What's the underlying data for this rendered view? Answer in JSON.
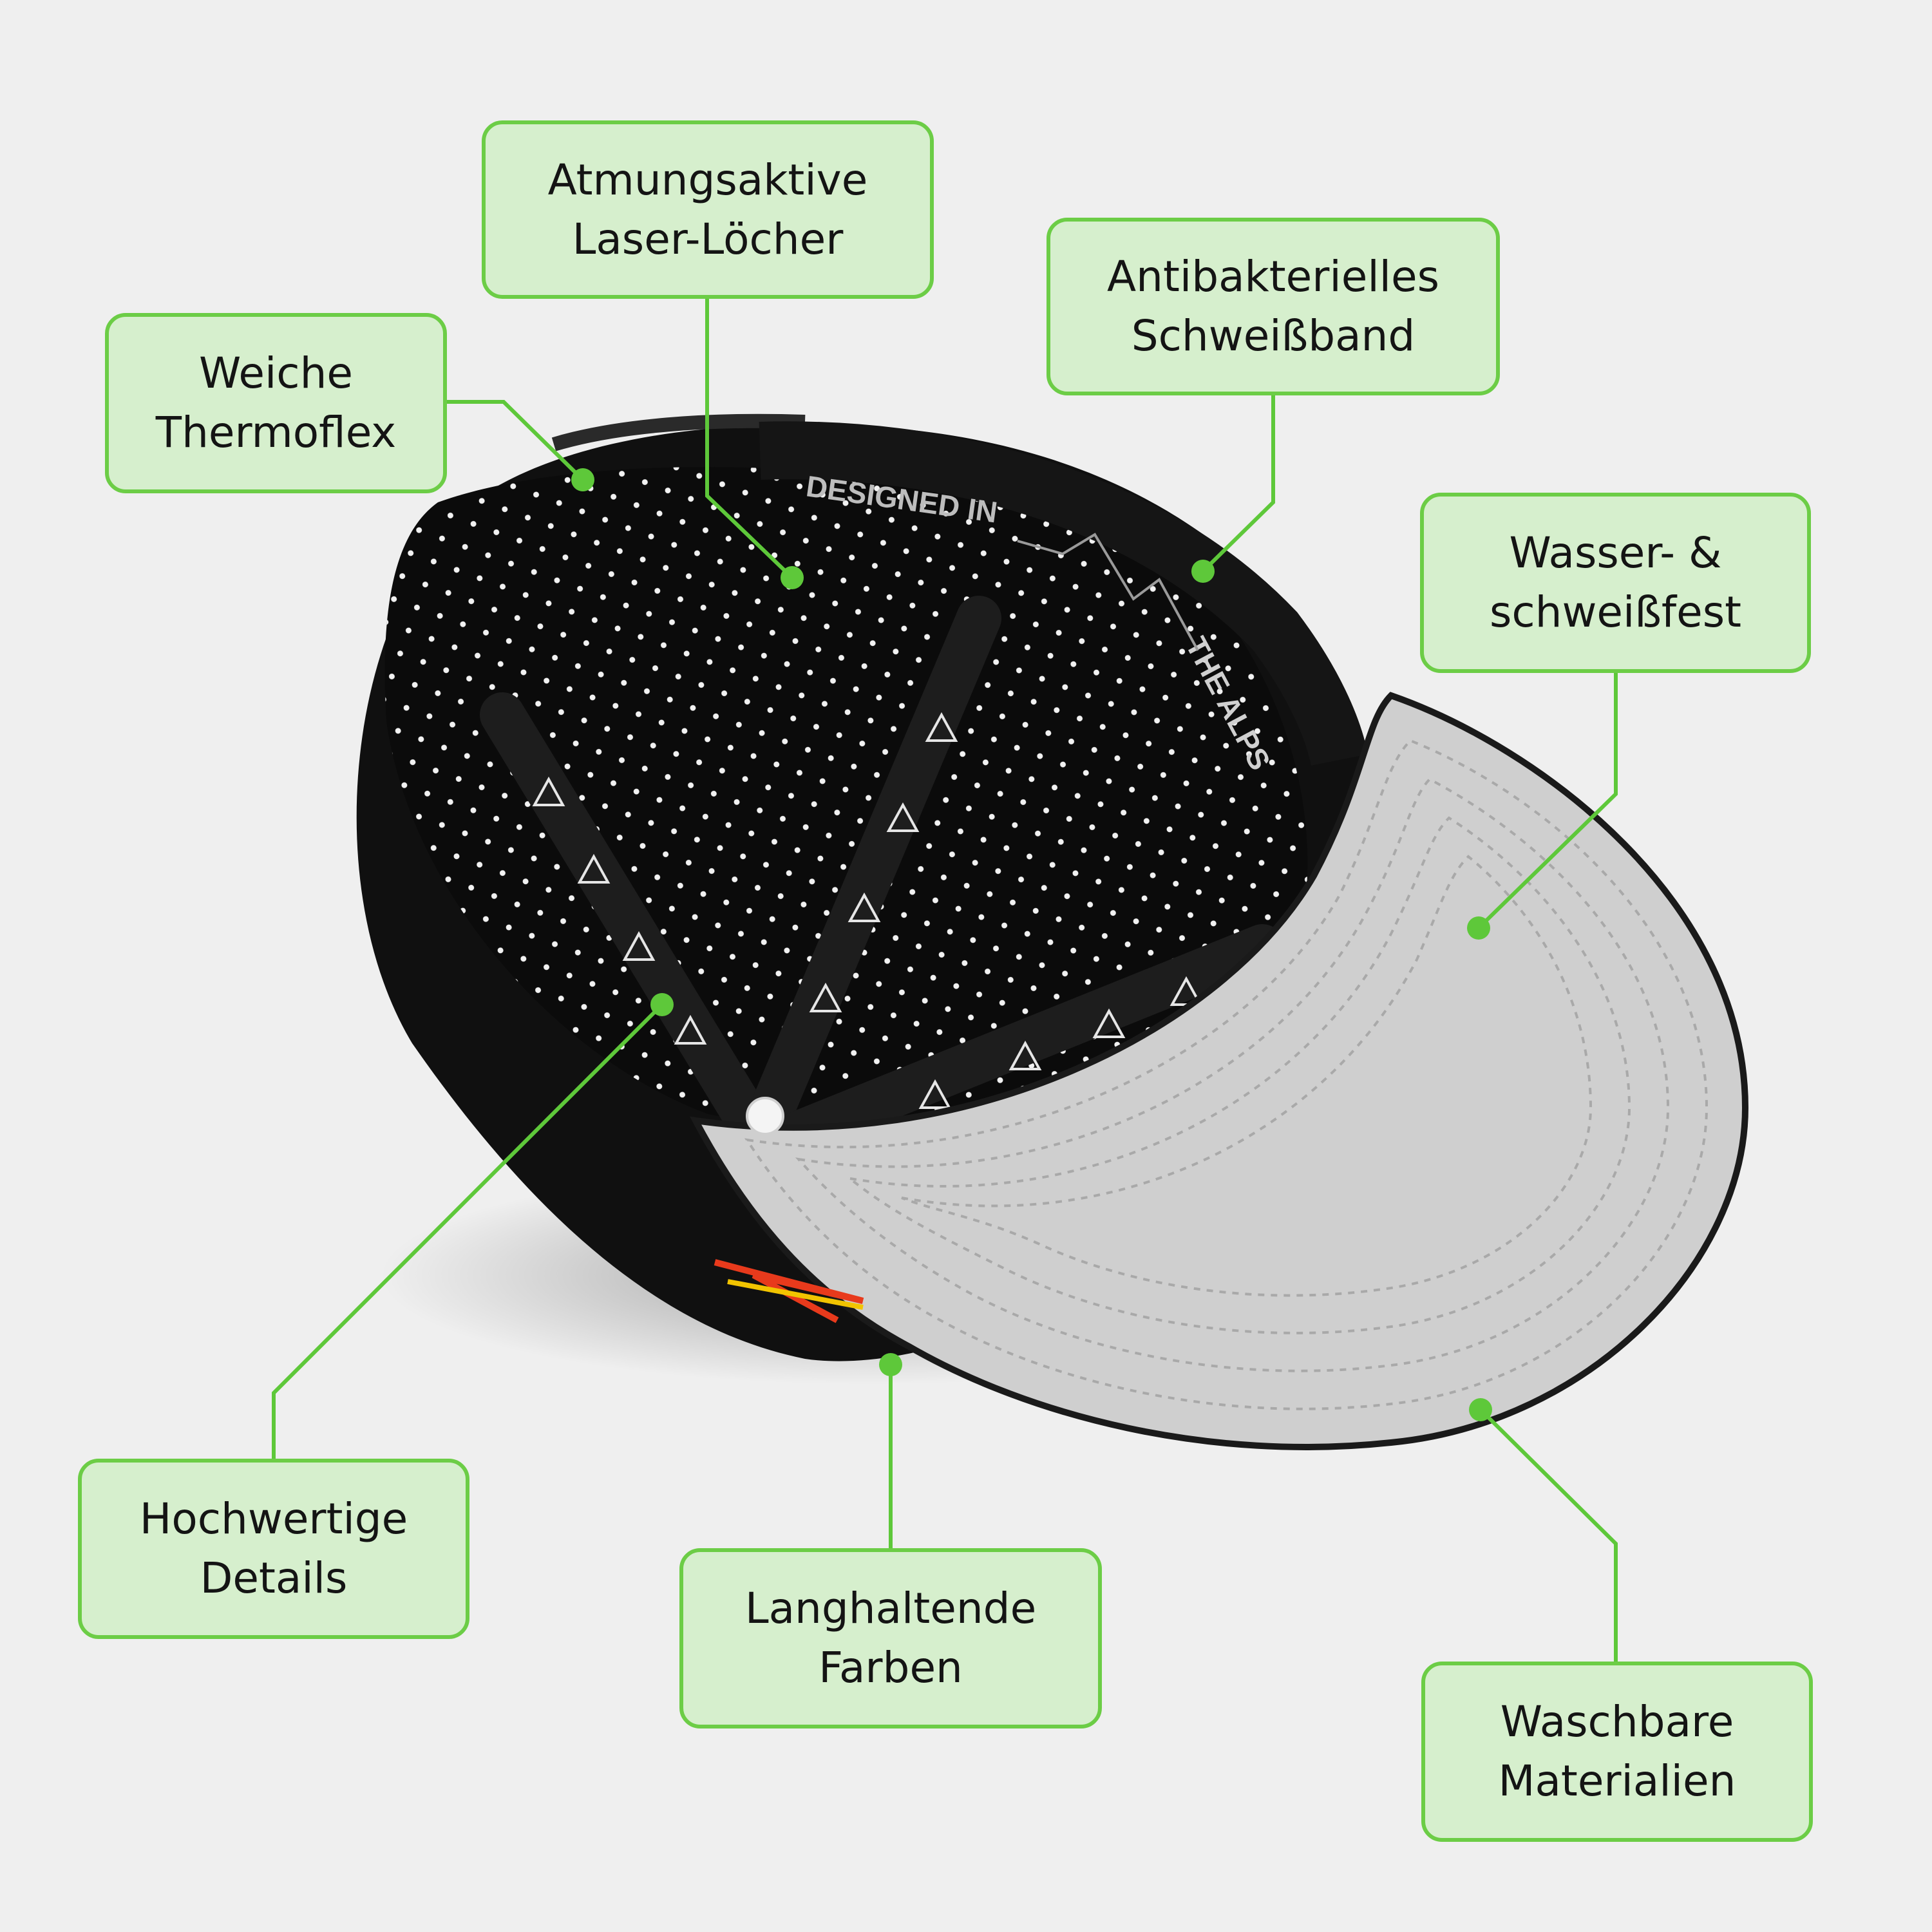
{
  "colors": {
    "background": "#efefef",
    "label_fill": "#d6efcd",
    "accent_green": "#6ccd46",
    "cap_black": "#111111",
    "brim_gray": "#cfcfcf"
  },
  "cap": {
    "inner_print": "DESIGNED IN",
    "sub_print": "THE ALPS"
  },
  "labels": {
    "atmungsaktiv": {
      "line1": "Atmungsaktive",
      "line2": "Laser-Löcher"
    },
    "antibakteriell": {
      "line1": "Antibakterielles",
      "line2": "Schweißband"
    },
    "thermoflex": {
      "line1": "Weiche",
      "line2": "Thermoflex"
    },
    "wasserfest": {
      "line1": "Wasser- &",
      "line2": "schweißfest"
    },
    "details": {
      "line1": "Hochwertige",
      "line2": "Details"
    },
    "farben": {
      "line1": "Langhaltende",
      "line2": "Farben"
    },
    "waschbar": {
      "line1": "Waschbare",
      "line2": "Materialien"
    }
  }
}
